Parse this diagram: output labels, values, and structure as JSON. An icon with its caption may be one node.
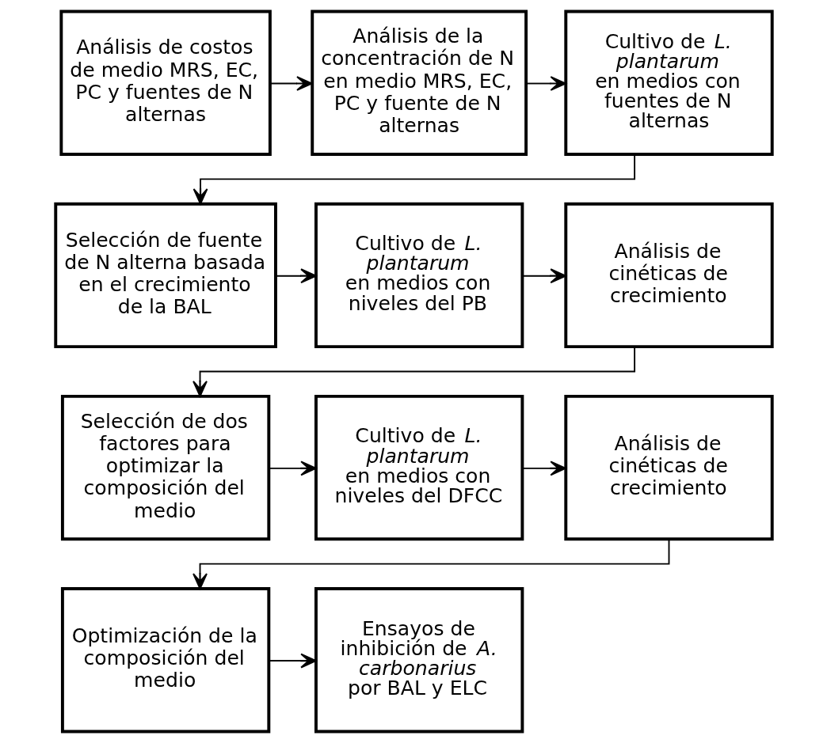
{
  "diagram": {
    "nodes": [
      {
        "text": [
          "Análisis de costos de medio MRS, EC, PC y fuentes de N alternas"
        ]
      },
      {
        "text": [
          "Análisis de la concentración de N en medio MRS, EC, PC y fuente de N alternas"
        ]
      },
      {
        "text": [
          "Cultivo de *L.* *plantarum* en medios con fuentes de N alternas"
        ]
      },
      {
        "text": [
          "Selección de fuente de N alterna basada en el crecimiento de la BAL"
        ]
      },
      {
        "text": [
          "Cultivo de *L.* *plantarum* en medios con niveles del PB"
        ]
      },
      {
        "text": [
          "Análisis de cinéticas de crecimiento"
        ]
      },
      {
        "text": [
          "Selección de dos factores para optimizar la composición del medio"
        ]
      },
      {
        "text": [
          "Cultivo de *L.* *plantarum* en medios con niveles del DFCC"
        ]
      },
      {
        "text": [
          "Análisis de cinéticas de crecimiento"
        ]
      },
      {
        "text": [
          "Optimización de la composición del medio"
        ]
      },
      {
        "text": [
          "Ensayos de inhibición de *A.* *carbonarius* por BAL y ELC"
        ]
      }
    ],
    "edges": [
      {
        "from": 0,
        "to": 1,
        "arrow": "to"
      },
      {
        "from": 1,
        "to": 2,
        "arrow": "to"
      },
      {
        "from": 2,
        "to": 3,
        "arrow": "to"
      },
      {
        "from": 3,
        "to": 4,
        "arrow": "to"
      },
      {
        "from": 4,
        "to": 5,
        "arrow": "to"
      },
      {
        "from": 5,
        "to": 6,
        "arrow": "to"
      },
      {
        "from": 6,
        "to": 7,
        "arrow": "to"
      },
      {
        "from": 7,
        "to": 8,
        "arrow": "to"
      },
      {
        "from": 8,
        "to": 9,
        "arrow": "to"
      },
      {
        "from": 9,
        "to": 10,
        "arrow": "to"
      }
    ]
  }
}
